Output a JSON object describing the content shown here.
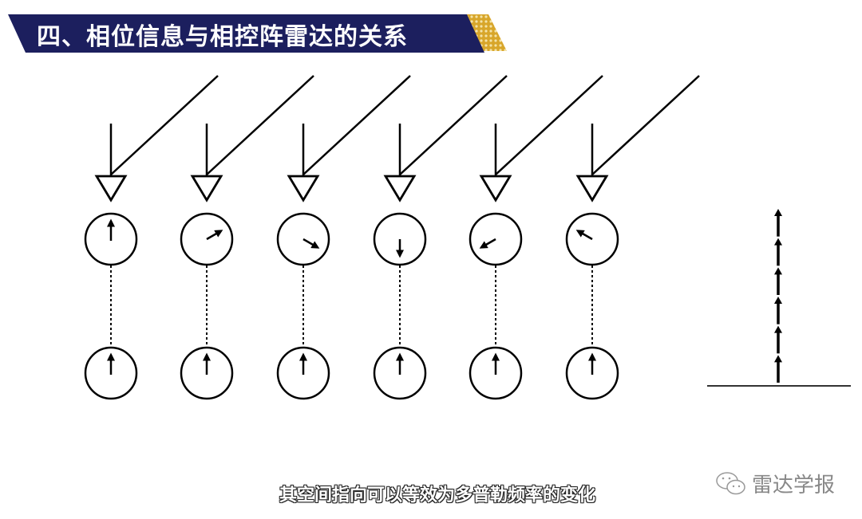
{
  "title": "四、相位信息与相控阵雷达的关系",
  "subtitle": "其空间指向可以等效为多普勒频率的变化",
  "watermark": "雷达学报",
  "colors": {
    "banner": "#1c1f5e",
    "accent": "#d8a62a",
    "ink": "#000000"
  },
  "elements": [
    {
      "phase_deg": 0
    },
    {
      "phase_deg": 60
    },
    {
      "phase_deg": 120
    },
    {
      "phase_deg": 180
    },
    {
      "phase_deg": 240
    },
    {
      "phase_deg": 300
    }
  ],
  "bottom_phase_deg": 0,
  "stacked_arrows": 6
}
